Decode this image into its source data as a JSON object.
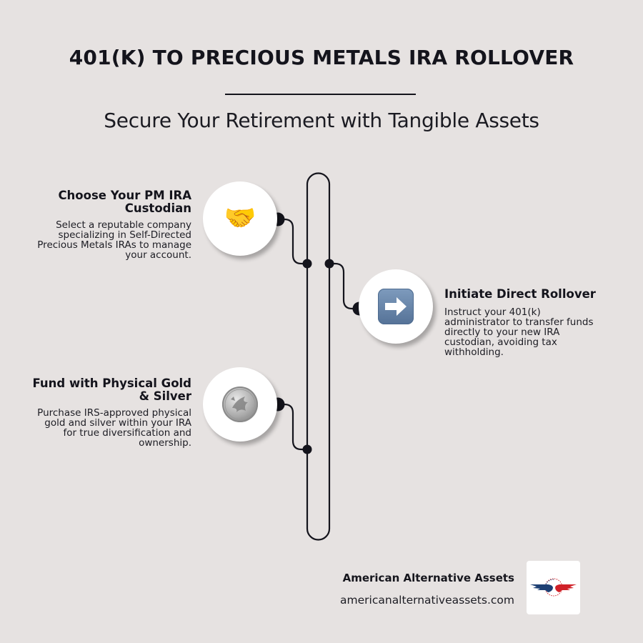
{
  "header": {
    "title": "401(K) TO PRECIOUS METALS IRA ROLLOVER",
    "subtitle": "Secure Your Retirement with Tangible Assets"
  },
  "steps": [
    {
      "title": "Choose Your PM IRA Custodian",
      "description": "Select a reputable company specializing in Self-Directed Precious Metals IRAs to manage your account.",
      "icon": "handshake-icon",
      "icon_glyph": "🤝",
      "side": "left"
    },
    {
      "title": "Initiate Direct Rollover",
      "description": "Instruct your 401(k) administrator to transfer funds directly to your new IRA custodian, avoiding tax withholding.",
      "icon": "right-arrow-icon",
      "side": "right"
    },
    {
      "title": "Fund with Physical Gold & Silver",
      "description": "Purchase IRS-approved physical gold and silver within your IRA for true diversification and ownership.",
      "icon": "silver-coin-icon",
      "side": "left"
    }
  ],
  "footer": {
    "brand_name": "American Alternative Assets",
    "brand_url": "americanalternativeassets.com",
    "logo": "eagle-wings-logo"
  },
  "colors": {
    "background": "#e6e2e1",
    "text": "#14141c",
    "line": "#14141c",
    "node_bg": "#ffffff",
    "arrow_blue": "#6a87ab",
    "logo_blue": "#1d3f73",
    "logo_red": "#d02027"
  }
}
